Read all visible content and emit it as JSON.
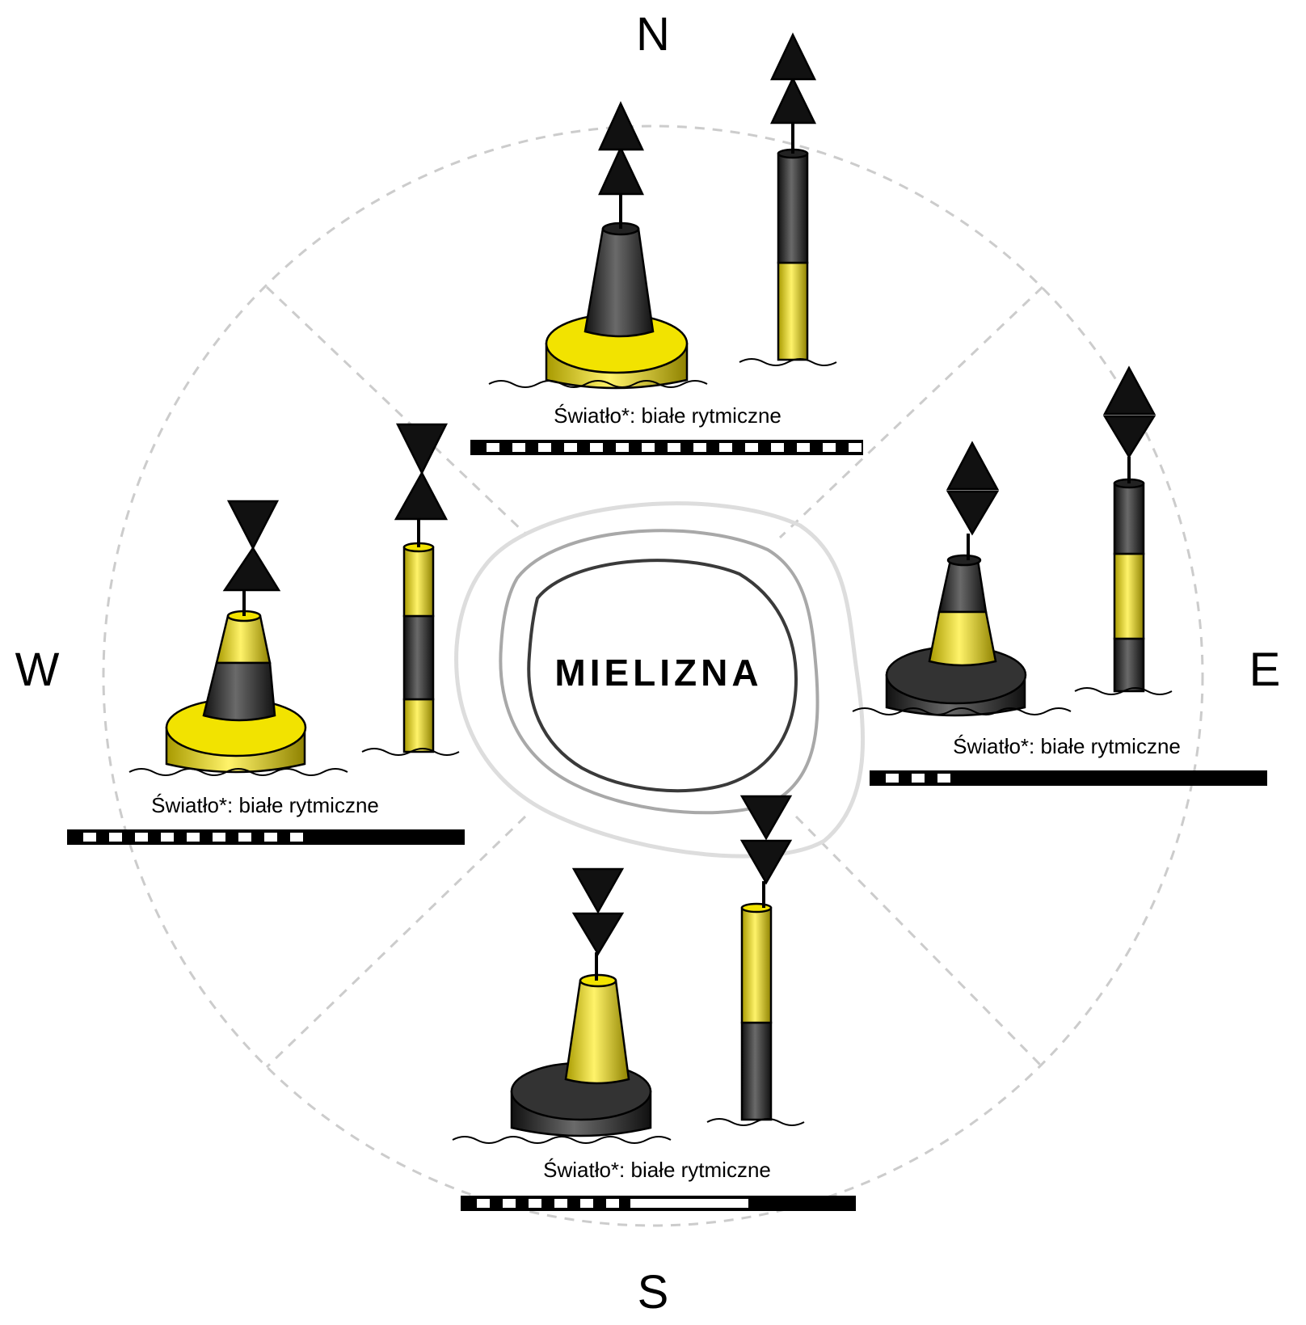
{
  "compass": {
    "north": "N",
    "south": "S",
    "east": "E",
    "west": "W"
  },
  "shoal": {
    "label": "MIELIZNA"
  },
  "colors": {
    "yellow": "#f2e300",
    "black": "#1a1a1a",
    "dark_grey": "#3c3c3c",
    "guide_lines": "#cccccc"
  },
  "marks": [
    {
      "id": "north",
      "light_caption": "Światło*: białe rytmiczne",
      "buoy_colors": [
        "black",
        "yellow"
      ],
      "topmark": "two cones points up",
      "light_rhythm": "continuous quick flashes"
    },
    {
      "id": "east",
      "light_caption": "Światło*: białe rytmiczne",
      "buoy_colors": [
        "black",
        "yellow",
        "black"
      ],
      "topmark": "two cones base to base",
      "light_rhythm": "3 flashes"
    },
    {
      "id": "south",
      "light_caption": "Światło*: białe rytmiczne",
      "buoy_colors": [
        "yellow",
        "black"
      ],
      "topmark": "two cones points down",
      "light_rhythm": "6 flashes + 1 long flash"
    },
    {
      "id": "west",
      "light_caption": "Światło*: białe rytmiczne",
      "buoy_colors": [
        "yellow",
        "black",
        "yellow"
      ],
      "topmark": "two cones point to point",
      "light_rhythm": "9 flashes"
    }
  ]
}
